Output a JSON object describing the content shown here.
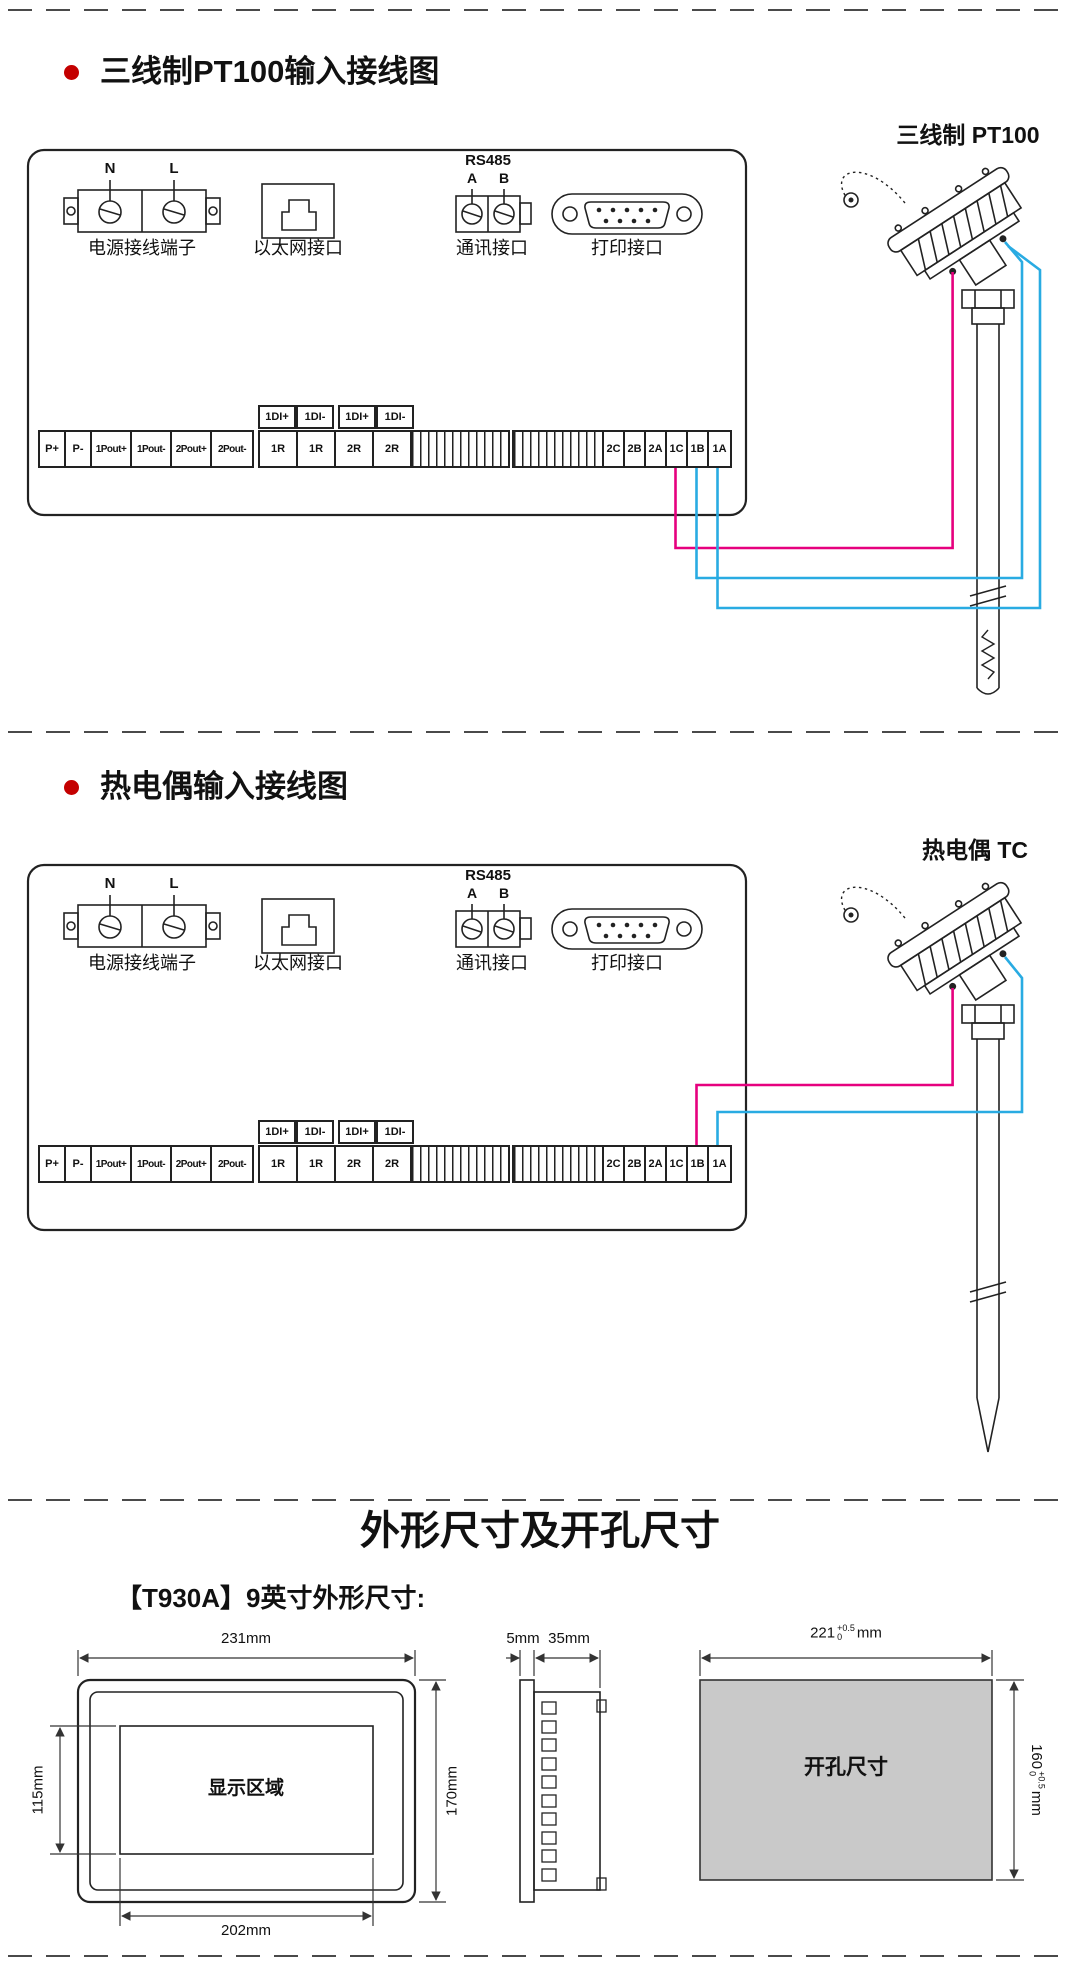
{
  "colors": {
    "bullet": "#c40000",
    "wire_magenta": "#e6007e",
    "wire_blue": "#29abe2",
    "cutout_fill": "#c9c9c9"
  },
  "sections": [
    {
      "heading": "三线制PT100输入接线图",
      "probe_label": "三线制 PT100",
      "panel": {
        "power": {
          "n": "N",
          "l": "L",
          "label": "电源接线端子"
        },
        "ethernet": {
          "label": "以太网接口"
        },
        "rs485": {
          "title": "RS485",
          "a": "A",
          "b": "B",
          "label": "通讯接口"
        },
        "printer": {
          "label": "打印接口"
        },
        "left_strip": [
          "P+",
          "P-",
          "1Pout+",
          "1Pout-",
          "2Pout+",
          "2Pout-"
        ],
        "di_labels": [
          "1DI+",
          "1DI-",
          "1DI+",
          "1DI-"
        ],
        "r_cells": [
          "1R",
          "1R",
          "2R",
          "2R"
        ],
        "right_cells": [
          "2C",
          "2B",
          "2A",
          "1C",
          "1B",
          "1A"
        ]
      }
    },
    {
      "heading": "热电偶输入接线图",
      "probe_label": "热电偶 TC",
      "panel": {
        "power": {
          "n": "N",
          "l": "L",
          "label": "电源接线端子"
        },
        "ethernet": {
          "label": "以太网接口"
        },
        "rs485": {
          "title": "RS485",
          "a": "A",
          "b": "B",
          "label": "通讯接口"
        },
        "printer": {
          "label": "打印接口"
        },
        "left_strip": [
          "P+",
          "P-",
          "1Pout+",
          "1Pout-",
          "2Pout+",
          "2Pout-"
        ],
        "di_labels": [
          "1DI+",
          "1DI-",
          "1DI+",
          "1DI-"
        ],
        "r_cells": [
          "1R",
          "1R",
          "2R",
          "2R"
        ],
        "right_cells": [
          "2C",
          "2B",
          "2A",
          "1C",
          "1B",
          "1A"
        ]
      }
    }
  ],
  "section3": {
    "title": "外形尺寸及开孔尺寸",
    "subtitle": "【T930A】9英寸外形尺寸:",
    "front_view": {
      "top_width": "231mm",
      "bottom_width": "202mm",
      "display_height": "115mm",
      "outer_height": "170mm",
      "display_label": "显示区域"
    },
    "side_view": {
      "bezel": "5mm",
      "depth": "35mm"
    },
    "cutout": {
      "label": "开孔尺寸",
      "width_value": "221",
      "tol_plus": "+0.5",
      "tol_minus": "0",
      "unit": "mm",
      "height_value": "160",
      "height_tol_plus": "+0.5",
      "height_tol_minus": "0",
      "height_unit": "mm"
    }
  }
}
